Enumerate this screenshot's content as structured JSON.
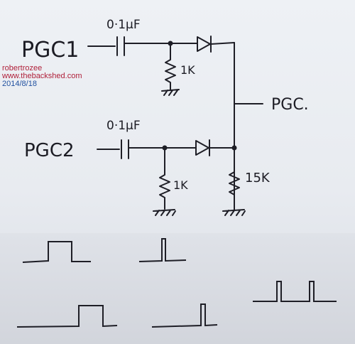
{
  "watermark": {
    "author": "robertrozee",
    "site": "www.thebackshed.com",
    "date": "2014/8/18",
    "colors": {
      "author": "#b0203a",
      "site": "#b0203a",
      "date": "#2050a0"
    }
  },
  "circuit": {
    "input1_label": "PGC1",
    "input2_label": "PGC2",
    "output_label": "PGC.",
    "cap1_value": "0·1µF",
    "cap2_value": "0·1µF",
    "res1_value": "1K",
    "res2_value": "1K",
    "res3_value": "15K"
  },
  "waveforms": [
    {
      "id": "wide-pulse-1",
      "shape": "single wide pulse"
    },
    {
      "id": "narrow-pulse-1",
      "shape": "single narrow spike"
    },
    {
      "id": "double-pulse",
      "shape": "two narrow pulses"
    },
    {
      "id": "wide-pulse-2",
      "shape": "single wide pulse"
    },
    {
      "id": "narrow-pulse-2",
      "shape": "single narrow spike"
    }
  ],
  "ink_color": "#1e1e26"
}
